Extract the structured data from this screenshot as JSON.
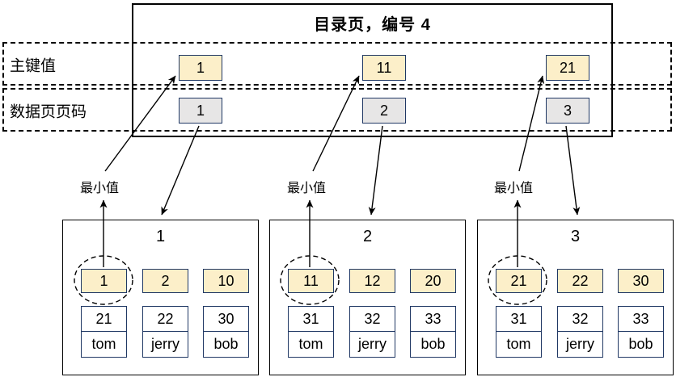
{
  "directory_page": {
    "title": "目录页，编号 4",
    "rows": [
      {
        "label": "主键值",
        "cells": [
          "1",
          "11",
          "21"
        ]
      },
      {
        "label": "数据页页码",
        "cells": [
          "1",
          "2",
          "3"
        ]
      }
    ]
  },
  "labels": {
    "min_value": "最小值"
  },
  "data_pages": [
    {
      "page_number": "1",
      "keys": [
        "1",
        "2",
        "10"
      ],
      "records": [
        {
          "id": "21",
          "name": "tom"
        },
        {
          "id": "22",
          "name": "jerry"
        },
        {
          "id": "30",
          "name": "bob"
        }
      ]
    },
    {
      "page_number": "2",
      "keys": [
        "11",
        "12",
        "20"
      ],
      "records": [
        {
          "id": "31",
          "name": "tom"
        },
        {
          "id": "32",
          "name": "jerry"
        },
        {
          "id": "33",
          "name": "bob"
        }
      ]
    },
    {
      "page_number": "3",
      "keys": [
        "21",
        "22",
        "30"
      ],
      "records": [
        {
          "id": "31",
          "name": "tom"
        },
        {
          "id": "32",
          "name": "jerry"
        },
        {
          "id": "33",
          "name": "bob"
        }
      ]
    }
  ],
  "colors": {
    "key_fill": "#FCEFC9",
    "page_no_fill": "#E7E6E6",
    "box_border": "#203864",
    "outline": "#000000"
  }
}
